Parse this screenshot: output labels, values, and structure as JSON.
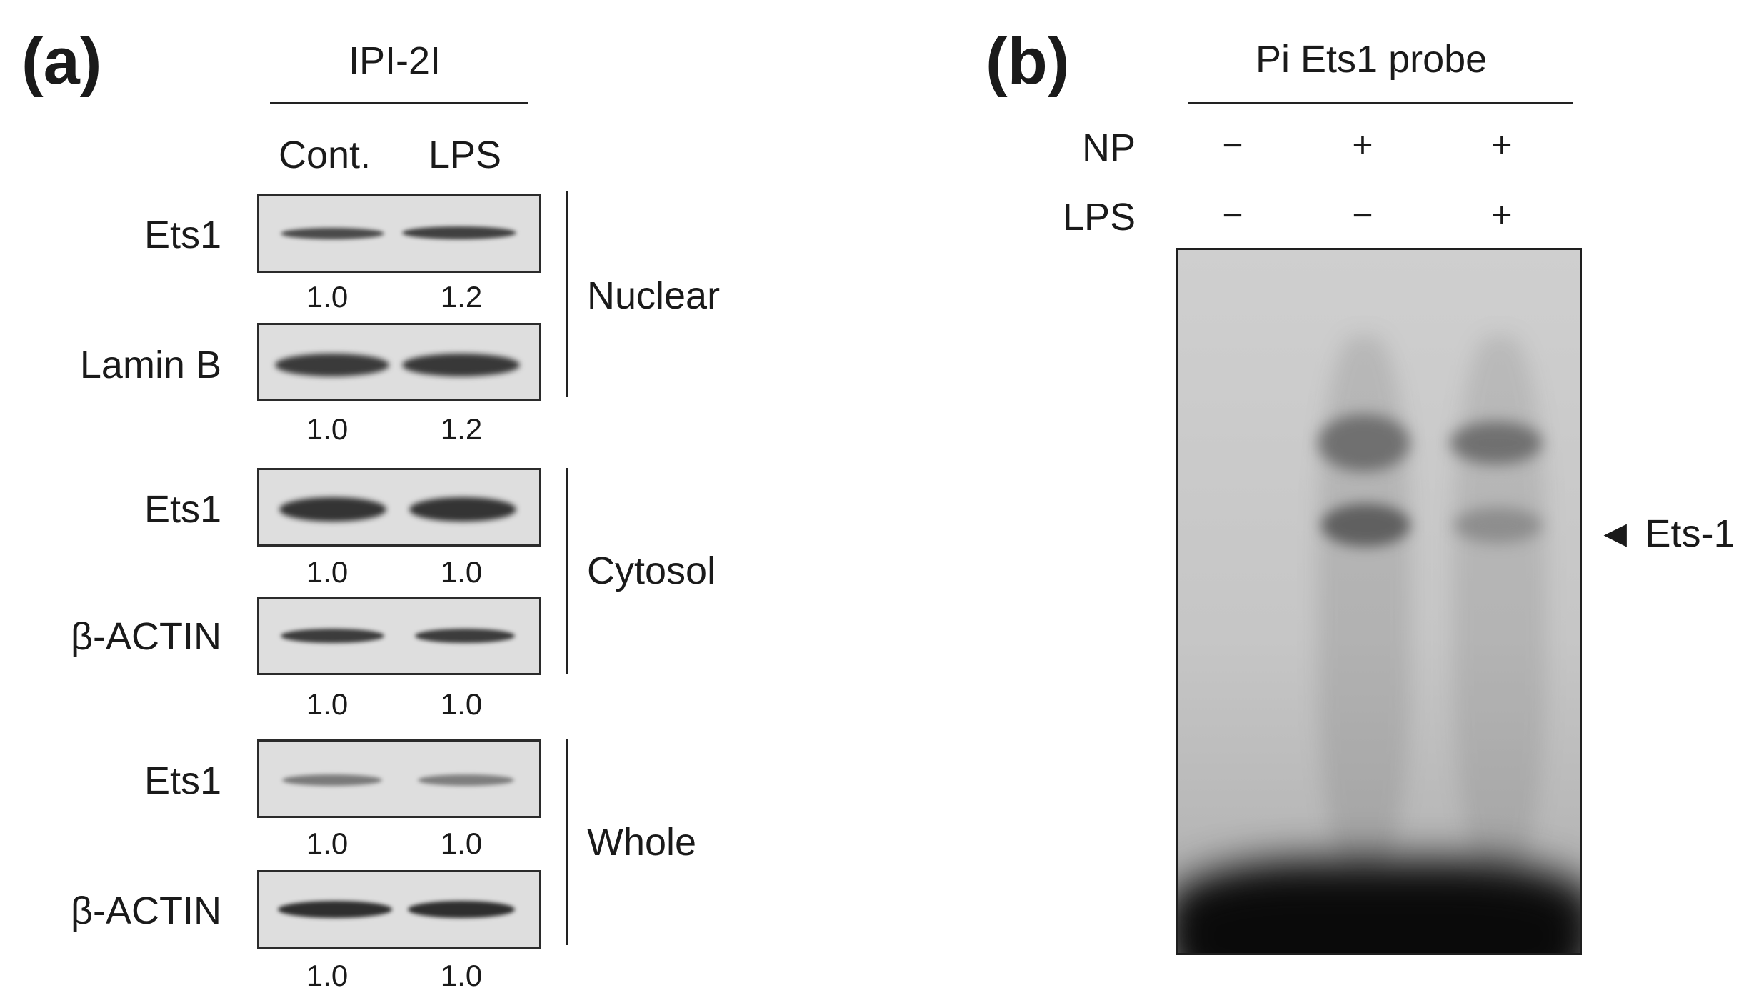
{
  "panel_a": {
    "label": "(a)",
    "cell_line": "IPI-2I",
    "columns": [
      "Cont.",
      "LPS"
    ],
    "blots": [
      {
        "protein": "Ets1",
        "values": [
          "1.0",
          "1.2"
        ]
      },
      {
        "protein": "Lamin B",
        "values": [
          "1.0",
          "1.2"
        ]
      },
      {
        "protein": "Ets1",
        "values": [
          "1.0",
          "1.0"
        ]
      },
      {
        "protein": "β-ACTIN",
        "values": [
          "1.0",
          "1.0"
        ]
      },
      {
        "protein": "Ets1",
        "values": [
          "1.0",
          "1.0"
        ]
      },
      {
        "protein": "β-ACTIN",
        "values": [
          "1.0",
          "1.0"
        ]
      }
    ],
    "groups": [
      "Nuclear",
      "Cytosol",
      "Whole"
    ]
  },
  "panel_b": {
    "label": "(b)",
    "probe": "Pi Ets1 probe",
    "conditions": [
      {
        "name": "NP",
        "values": [
          "−",
          "+",
          "+"
        ]
      },
      {
        "name": "LPS",
        "values": [
          "−",
          "−",
          "+"
        ]
      }
    ],
    "band_label": "◄ Ets-1"
  }
}
